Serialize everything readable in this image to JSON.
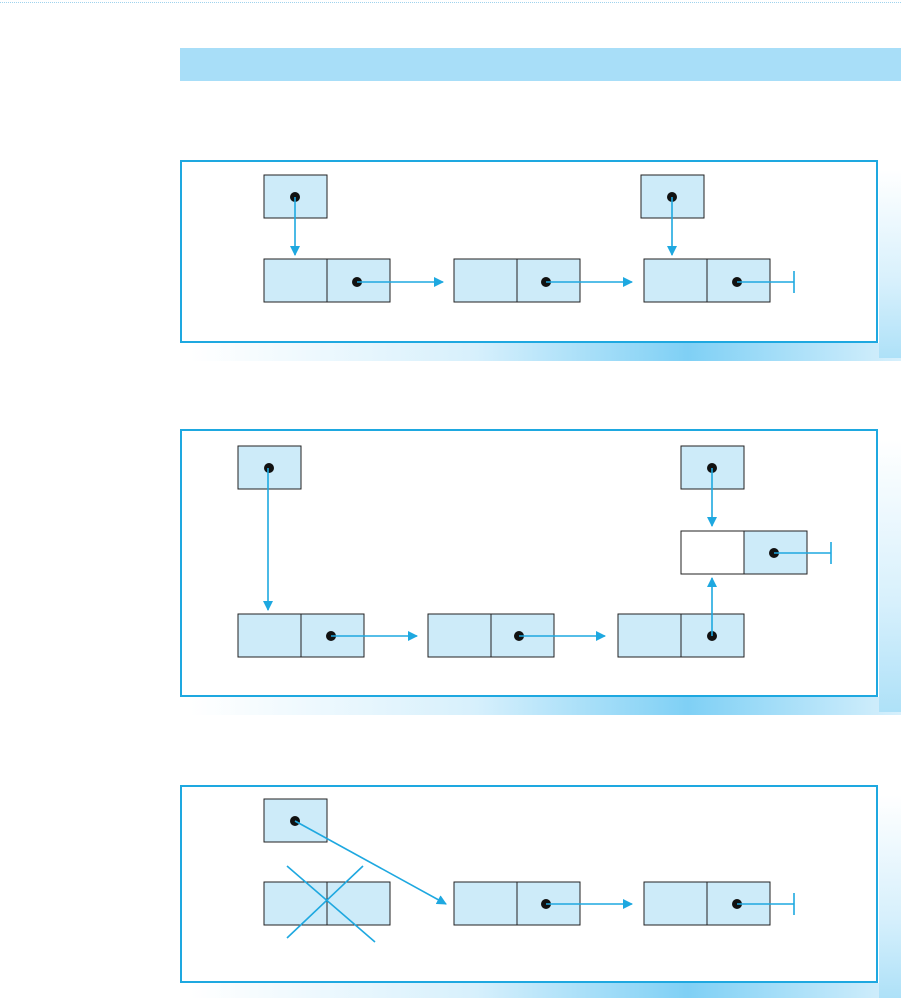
{
  "colors": {
    "header_bar": "#a8def8",
    "panel_border": "#1ea8e0",
    "node_fill": "#cdebf9",
    "node_empty_fill": "#ffffff",
    "node_stroke": "#222222",
    "pointer_dot": "#111111",
    "arrow": "#1ea8e0"
  },
  "panels": [
    {
      "id": "list-before",
      "nodes": 3,
      "head_pointers": 2,
      "terminator": "null"
    },
    {
      "id": "list-append",
      "nodes": 4,
      "head_pointers": 2,
      "terminator": "null"
    },
    {
      "id": "list-remove-first",
      "nodes": 3,
      "head_pointers": 1,
      "removed_node": 1,
      "terminator": "null"
    }
  ],
  "icons": {
    "arrow": "arrow-icon",
    "null_terminator": "null-terminator-icon",
    "pointer": "pointer-dot-icon",
    "delete_mark": "cross-out-icon"
  }
}
